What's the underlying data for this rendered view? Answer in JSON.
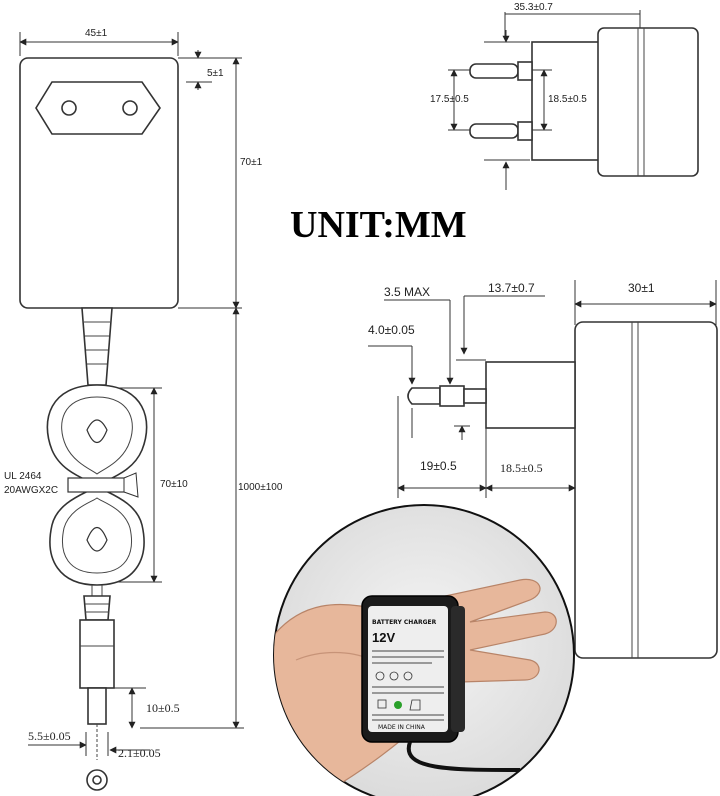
{
  "title": "UNIT:MM",
  "front_view": {
    "width": "45±1",
    "top_gap": "5±1",
    "body_height": "70±1",
    "total_length": "1000±100",
    "coil_length": "70±10",
    "plug_length": "10±0.5",
    "plug_outer": "5.5±0.05",
    "plug_inner": "2.1±0.05",
    "cable_spec_line1": "UL 2464",
    "cable_spec_line2": "20AWGX2C"
  },
  "top_view": {
    "depth": "35.3±0.7",
    "pin_spacing_left": "17.5±0.5",
    "pin_spacing_right": "18.5±0.5"
  },
  "side_view": {
    "max_label": "3.5 MAX",
    "offset": "13.7±0.7",
    "pin_diameter": "4.0±0.05",
    "width": "30±1",
    "pin_length": "19±0.5",
    "base_length": "18.5±0.5"
  },
  "product_label": {
    "title": "BATTERY CHARGER",
    "voltage": "12V",
    "made_in": "MADE IN CHINA"
  }
}
